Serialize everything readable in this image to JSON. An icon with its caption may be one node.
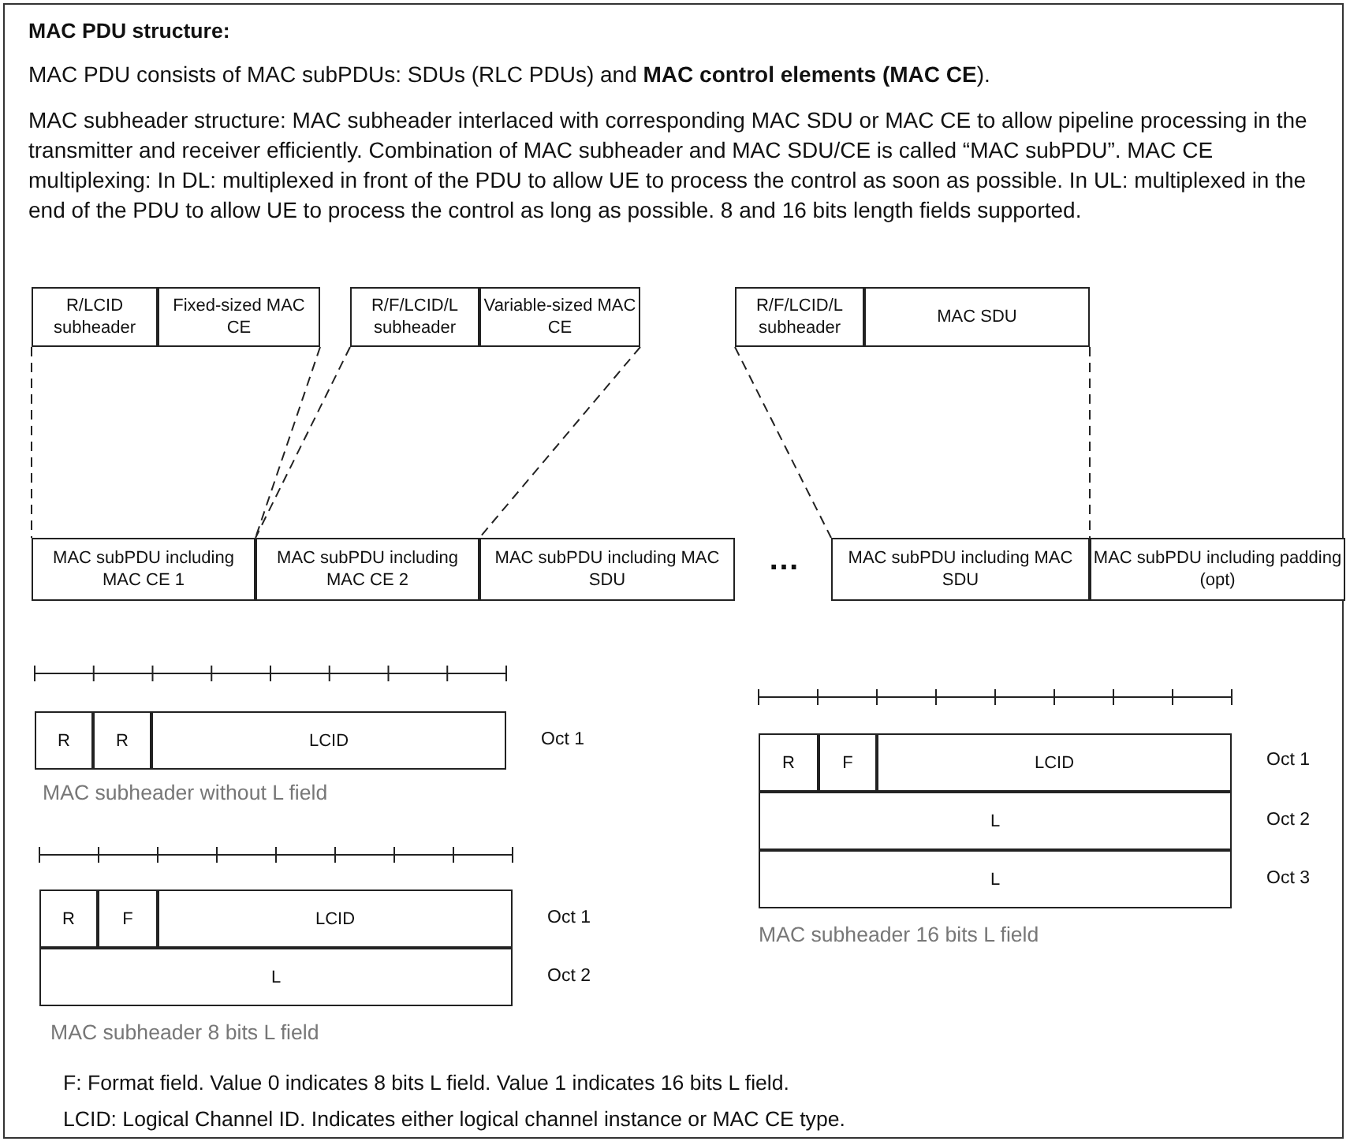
{
  "diagram": {
    "title": "MAC PDU structure:",
    "nodes": [
      {
        "text": [],
        "shape": "box"
      },
      {
        "text": [
          "R/LCID subheader"
        ],
        "in": 0
      },
      {
        "text": [
          "Fixed-sized MAC CE"
        ],
        "in": 0
      },
      {
        "text": [],
        "shape": "box"
      },
      {
        "text": [
          "R/F/LCID/L subheader"
        ],
        "in": 3
      },
      {
        "text": [
          "Variable-sized MAC CE"
        ],
        "in": 3
      },
      {
        "text": [],
        "shape": "box"
      },
      {
        "text": [
          "R/F/LCID/L subheader"
        ],
        "in": 6
      },
      {
        "text": [
          "MAC SDU"
        ],
        "in": 6
      },
      {
        "text": [
          "MAC subPDU including MAC CE 1"
        ]
      },
      {
        "text": [
          "MAC subPDU including MAC CE 2"
        ]
      },
      {
        "text": [
          "MAC subPDU including MAC SDU"
        ]
      },
      {
        "text": [
          "MAC subPDU including MAC SDU"
        ]
      },
      {
        "text": [
          "MAC subPDU including padding (opt)"
        ]
      },
      {
        "text": [
          "R"
        ]
      },
      {
        "text": [
          "R"
        ]
      },
      {
        "text": [
          "LCID"
        ]
      },
      {
        "text": [
          "R"
        ]
      },
      {
        "text": [
          "F"
        ]
      },
      {
        "text": [
          "LCID"
        ]
      },
      {
        "text": [
          "L"
        ]
      },
      {
        "text": [
          "R"
        ]
      },
      {
        "text": [
          "F"
        ]
      },
      {
        "text": [
          "LCID"
        ]
      },
      {
        "text": [
          "L"
        ]
      },
      {
        "text": [
          "L"
        ]
      }
    ],
    "edges": [
      {
        "from": 0,
        "to": 9,
        "arrow": "none",
        "style": "dashed"
      },
      {
        "from": 0,
        "to": 9,
        "arrow": "none",
        "style": "dashed"
      },
      {
        "from": 3,
        "to": 10,
        "arrow": "none",
        "style": "dashed"
      },
      {
        "from": 3,
        "to": 10,
        "arrow": "none",
        "style": "dashed"
      },
      {
        "from": 6,
        "to": 12,
        "arrow": "none",
        "style": "dashed"
      },
      {
        "from": 6,
        "to": 12,
        "arrow": "none",
        "style": "dashed"
      }
    ],
    "labels": [
      "MAC PDU consists of MAC subPDUs: SDUs (RLC PDUs) and **MAC control elements (MAC CE**).",
      "MAC subheader structure: MAC subheader interlaced with corresponding MAC SDU or MAC CE to allow pipeline processing in the transmitter and receiver efficiently. Combination of MAC subheader and MAC SDU/CE is called “MAC subPDU”. MAC CE multiplexing: In DL: multiplexed in front of the PDU to allow UE to process the control as soon as possible. In UL: multiplexed in the end of the PDU to allow UE to process the control as long as possible. 8 and 16 bits length fields supported.",
      "…",
      "Oct 1",
      "MAC subheader without L field",
      "Oct 1",
      "Oct 1",
      "Oct 2",
      "Oct 2",
      "Oct 3",
      "MAC subheader 16 bits L field",
      "MAC subheader 8 bits L field",
      "F: Format field. Value 0 indicates 8 bits L field. Value 1 indicates 16 bits L field.",
      "LCID: Logical Channel ID. Indicates either logical channel instance or MAC CE type."
    ]
  }
}
